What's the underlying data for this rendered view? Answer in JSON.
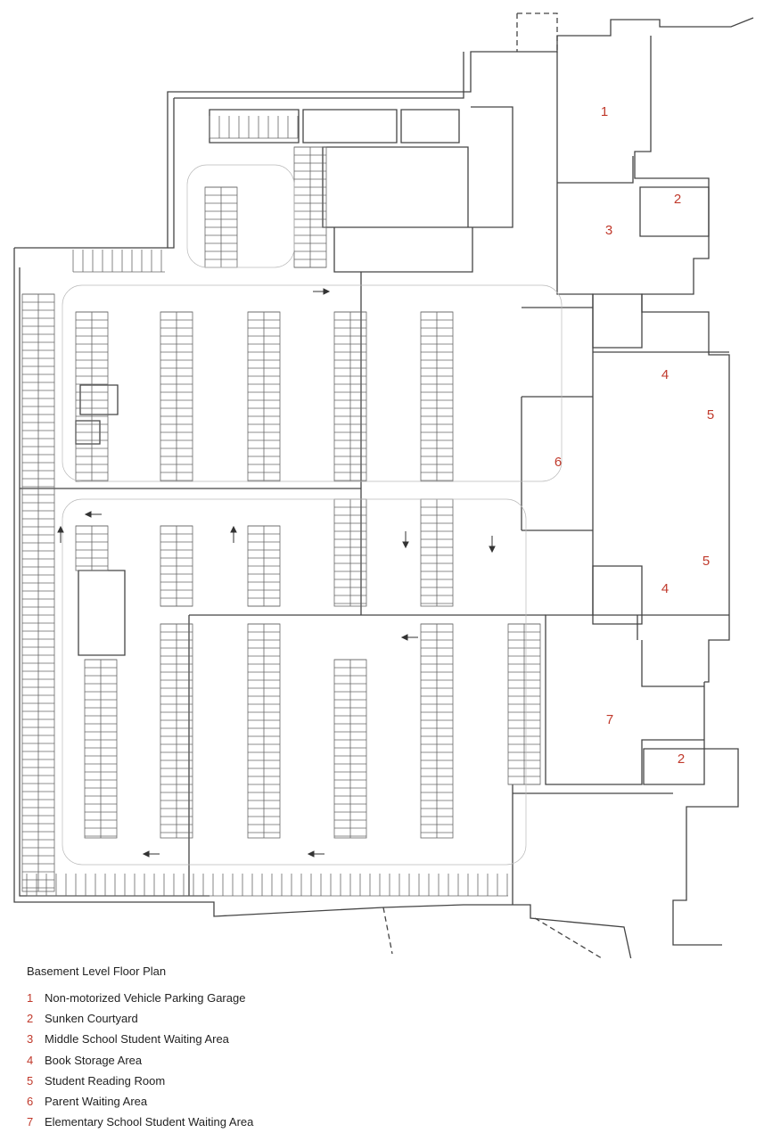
{
  "title": "Basement Level Floor Plan",
  "accent_color": "#c0392b",
  "legend": [
    {
      "num": "1",
      "label": "Non-motorized Vehicle Parking Garage"
    },
    {
      "num": "2",
      "label": "Sunken Courtyard"
    },
    {
      "num": "3",
      "label": "Middle School Student Waiting Area"
    },
    {
      "num": "4",
      "label": "Book Storage Area"
    },
    {
      "num": "5",
      "label": "Student Reading Room"
    },
    {
      "num": "6",
      "label": "Parent Waiting Area"
    },
    {
      "num": "7",
      "label": "Elementary School Student Waiting Area"
    }
  ],
  "zone_markers": [
    "1",
    "2",
    "3",
    "4",
    "5",
    "6",
    "4",
    "5",
    "7",
    "2"
  ]
}
